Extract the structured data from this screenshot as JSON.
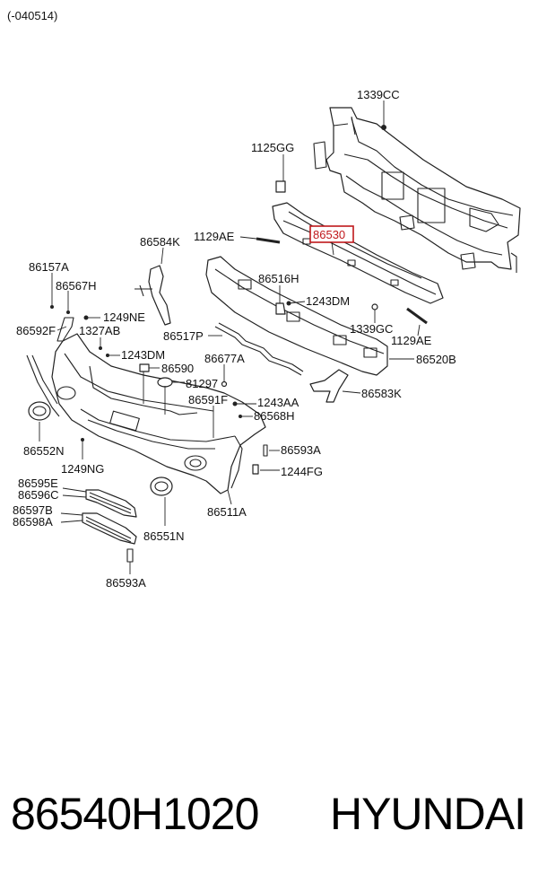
{
  "header": {
    "code": "(-040514)"
  },
  "labels": {
    "l1339CC": "1339CC",
    "l1125GG": "1125GG",
    "l86530": "86530",
    "l1129AE_a": "1129AE",
    "l86584K": "86584K",
    "l86157A": "86157A",
    "l86567H": "86567H",
    "l86516H": "86516H",
    "l1243DM_a": "1243DM",
    "l1249NE": "1249NE",
    "l1327AB": "1327AB",
    "l86592F": "86592F",
    "l1339GC": "1339GC",
    "l1129AE_b": "1129AE",
    "l86517P": "86517P",
    "l1243DM_b": "1243DM",
    "l86520B": "86520B",
    "l86590": "86590",
    "l86677A": "86677A",
    "l81297": "81297",
    "l86583K": "86583K",
    "l86591F": "86591F",
    "l1243AA": "1243AA",
    "l86568H": "86568H",
    "l86552N": "86552N",
    "l86593A_a": "86593A",
    "l1249NG": "1249NG",
    "l1244FG": "1244FG",
    "l86595E": "86595E",
    "l86596C": "86596C",
    "l86597B": "86597B",
    "l86598A": "86598A",
    "l86551N": "86551N",
    "l86511A": "86511A",
    "l86593A_b": "86593A"
  },
  "highlight": {
    "color": "#c0181c"
  },
  "footer": {
    "part_number": "86540H1020",
    "brand": "HYUNDAI"
  }
}
